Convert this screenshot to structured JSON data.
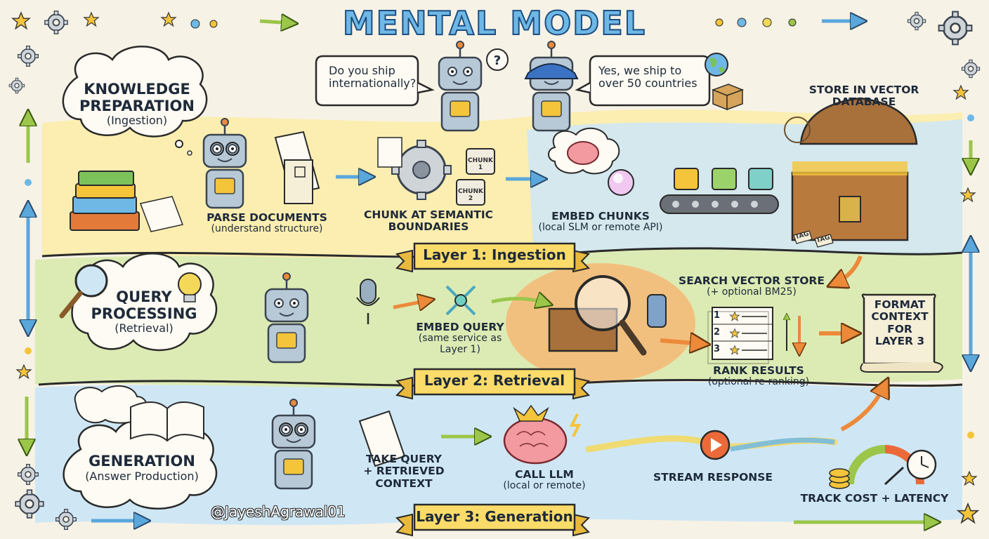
{
  "title": "MENTAL MODEL",
  "chat": {
    "question": [
      "Do you ship",
      "internationally?"
    ],
    "answer": [
      "Yes, we ship to",
      "over 50 countries"
    ]
  },
  "clouds": {
    "knowledge": {
      "title": [
        "KNOWLEDGE",
        "PREPARATION"
      ],
      "subtitle": "(Ingestion)"
    },
    "query": {
      "title": [
        "QUERY",
        "PROCESSING"
      ],
      "subtitle": "(Retrieval)"
    },
    "generation": {
      "title": "GENERATION",
      "subtitle": "(Answer Production)"
    }
  },
  "layer1": {
    "banner": "Layer 1: Ingestion",
    "parse": {
      "title": "PARSE DOCUMENTS",
      "subtitle": "(understand structure)"
    },
    "chunk": {
      "title": [
        "CHUNK AT SEMANTIC",
        "BOUNDARIES"
      ]
    },
    "embed": {
      "title": "EMBED CHUNKS",
      "subtitle": "(local SLM or remote API)"
    },
    "store": {
      "title": [
        "STORE IN VECTOR",
        "DATABASE"
      ]
    },
    "piece_labels": [
      "CHUNK 1",
      "CHUNK 2"
    ],
    "tags": [
      "TAG",
      "TAG"
    ]
  },
  "layer2": {
    "banner": "Layer 2: Retrieval",
    "embed_query": {
      "title": "EMBED QUERY",
      "subtitle": [
        "(same service as",
        "Layer 1)"
      ]
    },
    "search": {
      "title": "SEARCH VECTOR STORE",
      "subtitle": "(+ optional BM25)"
    },
    "rank": {
      "title": "RANK RESULTS",
      "subtitle": "(optional re-ranking)",
      "items": [
        "1",
        "2",
        "3"
      ]
    },
    "format": {
      "title": [
        "FORMAT",
        "CONTEXT",
        "FOR",
        "LAYER 3"
      ]
    }
  },
  "layer3": {
    "banner": "Layer 3: Generation",
    "take": {
      "title": [
        "TAKE QUERY",
        "+ RETRIEVED",
        "CONTEXT"
      ]
    },
    "call": {
      "title": "CALL LLM",
      "subtitle": "(local or remote)"
    },
    "stream": {
      "title": "STREAM RESPONSE"
    },
    "track": {
      "title": "TRACK COST + LATENCY"
    }
  },
  "credit": "@JayeshAgrawal01",
  "colors": {
    "ingestion_band": "#fbeeb0",
    "retrieval_band": "#dcebb4",
    "generation_band": "#cfe7f5",
    "banner_fill": "#fbdc6a",
    "arrow_blue": "#5aa7dc",
    "arrow_orange": "#ec8a3a",
    "arrow_green": "#9bc64a",
    "title_fill": "#6fb8e6",
    "ink": "#1e2a3a"
  }
}
